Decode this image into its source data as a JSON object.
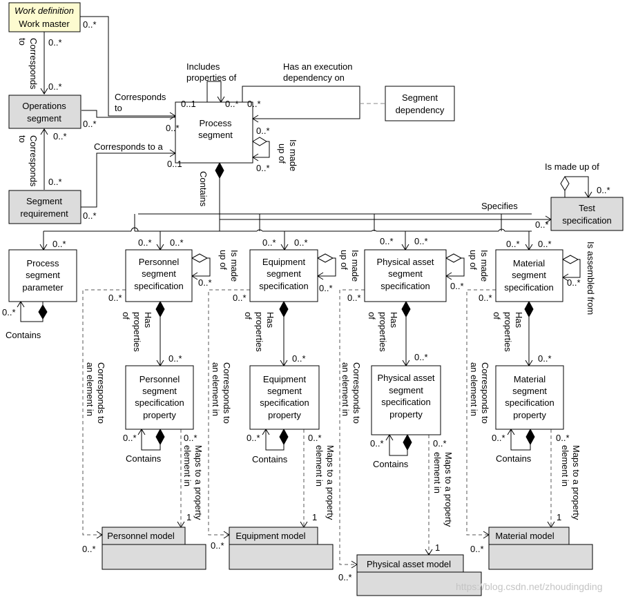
{
  "boxes": {
    "work_master": {
      "stereotype": "Work definition",
      "name": "Work master"
    },
    "operations_segment": {
      "line1": "Operations",
      "line2": "segment"
    },
    "segment_requirement": {
      "line1": "Segment",
      "line2": "requirement"
    },
    "process_segment": {
      "line1": "Process",
      "line2": "segment"
    },
    "segment_dependency": {
      "line1": "Segment",
      "line2": "dependency"
    },
    "test_specification": {
      "line1": "Test",
      "line2": "specification"
    },
    "process_segment_parameter": {
      "line1": "Process",
      "line2": "segment",
      "line3": "parameter"
    },
    "personnel_spec": {
      "line1": "Personnel",
      "line2": "segment",
      "line3": "specification"
    },
    "equipment_spec": {
      "line1": "Equipment",
      "line2": "segment",
      "line3": "specification"
    },
    "physical_asset_spec": {
      "line1": "Physical asset",
      "line2": "segment",
      "line3": "specification"
    },
    "material_spec": {
      "line1": "Material",
      "line2": "segment",
      "line3": "specification"
    },
    "personnel_prop": {
      "line1": "Personnel",
      "line2": "segment",
      "line3": "specification",
      "line4": "property"
    },
    "equipment_prop": {
      "line1": "Equipment",
      "line2": "segment",
      "line3": "specification",
      "line4": "property"
    },
    "physical_asset_prop": {
      "line1": "Physical asset",
      "line2": "segment",
      "line3": "specification",
      "line4": "property"
    },
    "material_prop": {
      "line1": "Material",
      "line2": "segment",
      "line3": "specification",
      "line4": "property"
    },
    "personnel_model": {
      "name": "Personnel model"
    },
    "equipment_model": {
      "name": "Equipment model"
    },
    "physical_asset_model": {
      "name": "Physical asset model"
    },
    "material_model": {
      "name": "Material model"
    }
  },
  "labels": {
    "corresponds_to": {
      "line1": "Corresponds",
      "line2": "to"
    },
    "corresponds_to_a": "Corresponds to a",
    "includes_properties_of": {
      "line1": "Includes",
      "line2": "properties of"
    },
    "has_execution_dependency": {
      "line1": "Has an execution",
      "line2": "dependency on"
    },
    "is_made_up_of": {
      "line1": "Is made",
      "line2": "up of"
    },
    "is_made_up_of_single": "Is made up of",
    "contains": "Contains",
    "specifies": "Specifies",
    "has_properties_of": {
      "line1": "Has",
      "line2": "properties",
      "line3": "of"
    },
    "corresponds_to_element": {
      "line1": "Corresponds to",
      "line2": "an element in"
    },
    "maps_to_property": {
      "line1": "Maps to a property",
      "line2": "element in"
    },
    "is_assembled_from": "Is assembled from",
    "vert_corresponds": "Corresponds",
    "vert_to": "to"
  },
  "multiplicity": {
    "many": "0..*",
    "one": "1",
    "zero_one": "0..1"
  },
  "watermark": "https://blog.csdn.net/zhoudingding"
}
